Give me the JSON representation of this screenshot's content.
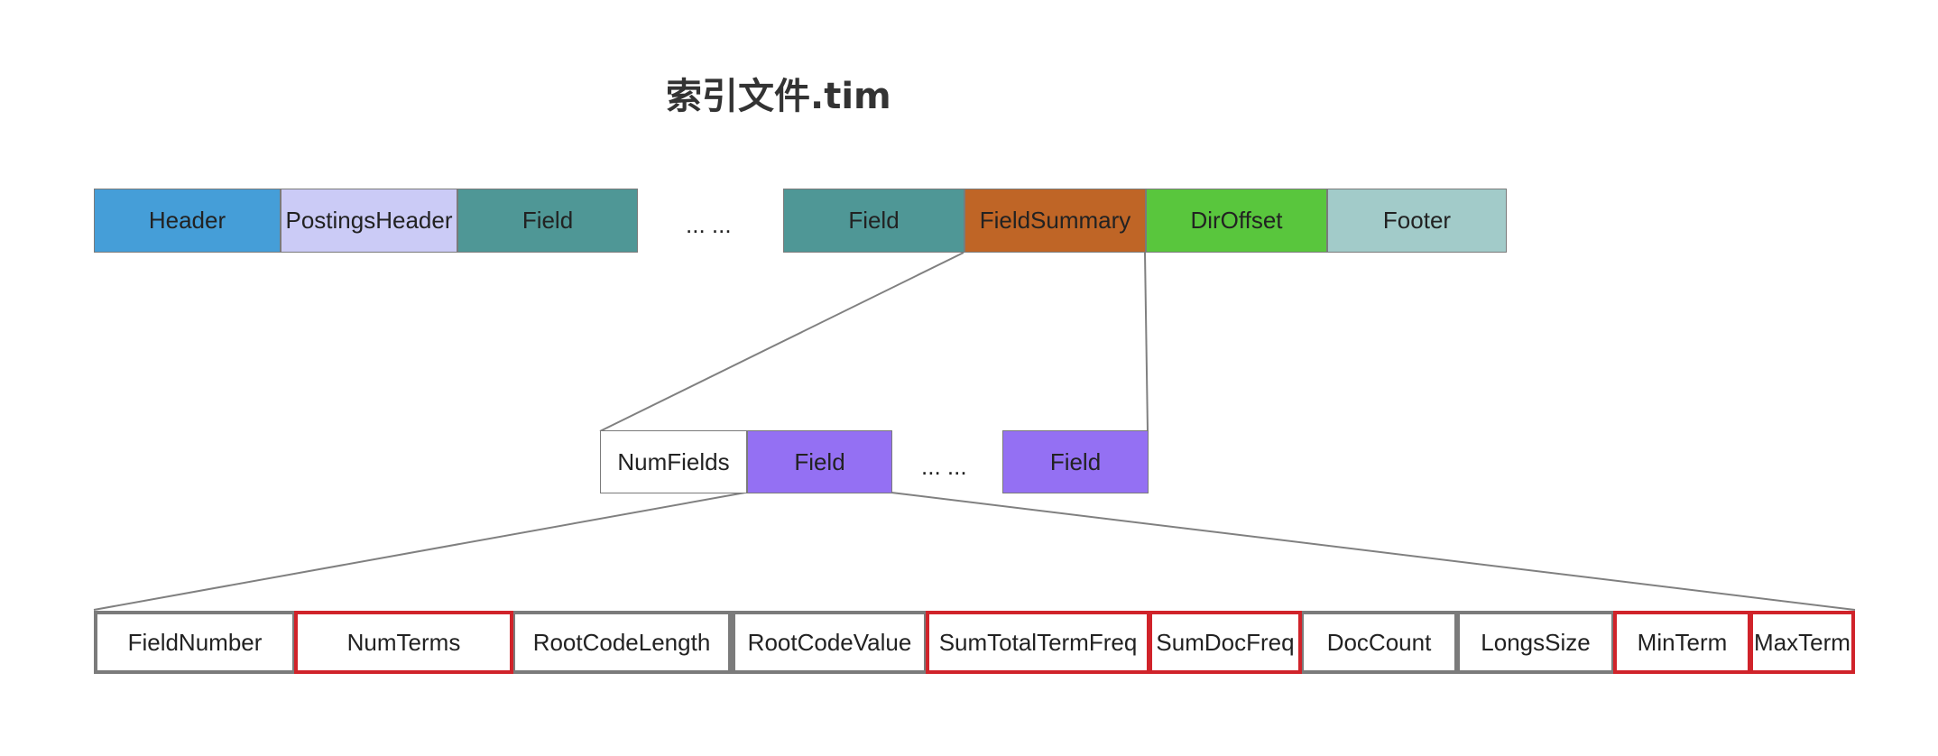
{
  "title": "索引文件.tim",
  "colors": {
    "header": "#459ed8",
    "postings_header": "#cbcbf6",
    "field": "#4f9796",
    "field_summary": "#bf6526",
    "dir_offset": "#59c63d",
    "footer": "#a2cbc9",
    "summary_field": "#9470f3",
    "highlight": "#d0232a",
    "outline": "#7b7b7b"
  },
  "top_row": {
    "header": "Header",
    "postings_header": "PostingsHeader",
    "field_1": "Field",
    "ellipsis": "... ...",
    "field_2": "Field",
    "field_summary": "FieldSummary",
    "dir_offset": "DirOffset",
    "footer": "Footer"
  },
  "summary_row": {
    "num_fields": "NumFields",
    "field_1": "Field",
    "ellipsis": "... ...",
    "field_2": "Field"
  },
  "field_row": [
    {
      "label": "FieldNumber",
      "highlighted": false
    },
    {
      "label": "NumTerms",
      "highlighted": true
    },
    {
      "label": "RootCodeLength",
      "highlighted": false
    },
    {
      "label": "RootCodeValue",
      "highlighted": false
    },
    {
      "label": "SumTotalTermFreq",
      "highlighted": true
    },
    {
      "label": "SumDocFreq",
      "highlighted": true
    },
    {
      "label": "DocCount",
      "highlighted": false
    },
    {
      "label": "LongsSize",
      "highlighted": false
    },
    {
      "label": "MinTerm",
      "highlighted": true
    },
    {
      "label": "MaxTerm",
      "highlighted": true
    }
  ]
}
